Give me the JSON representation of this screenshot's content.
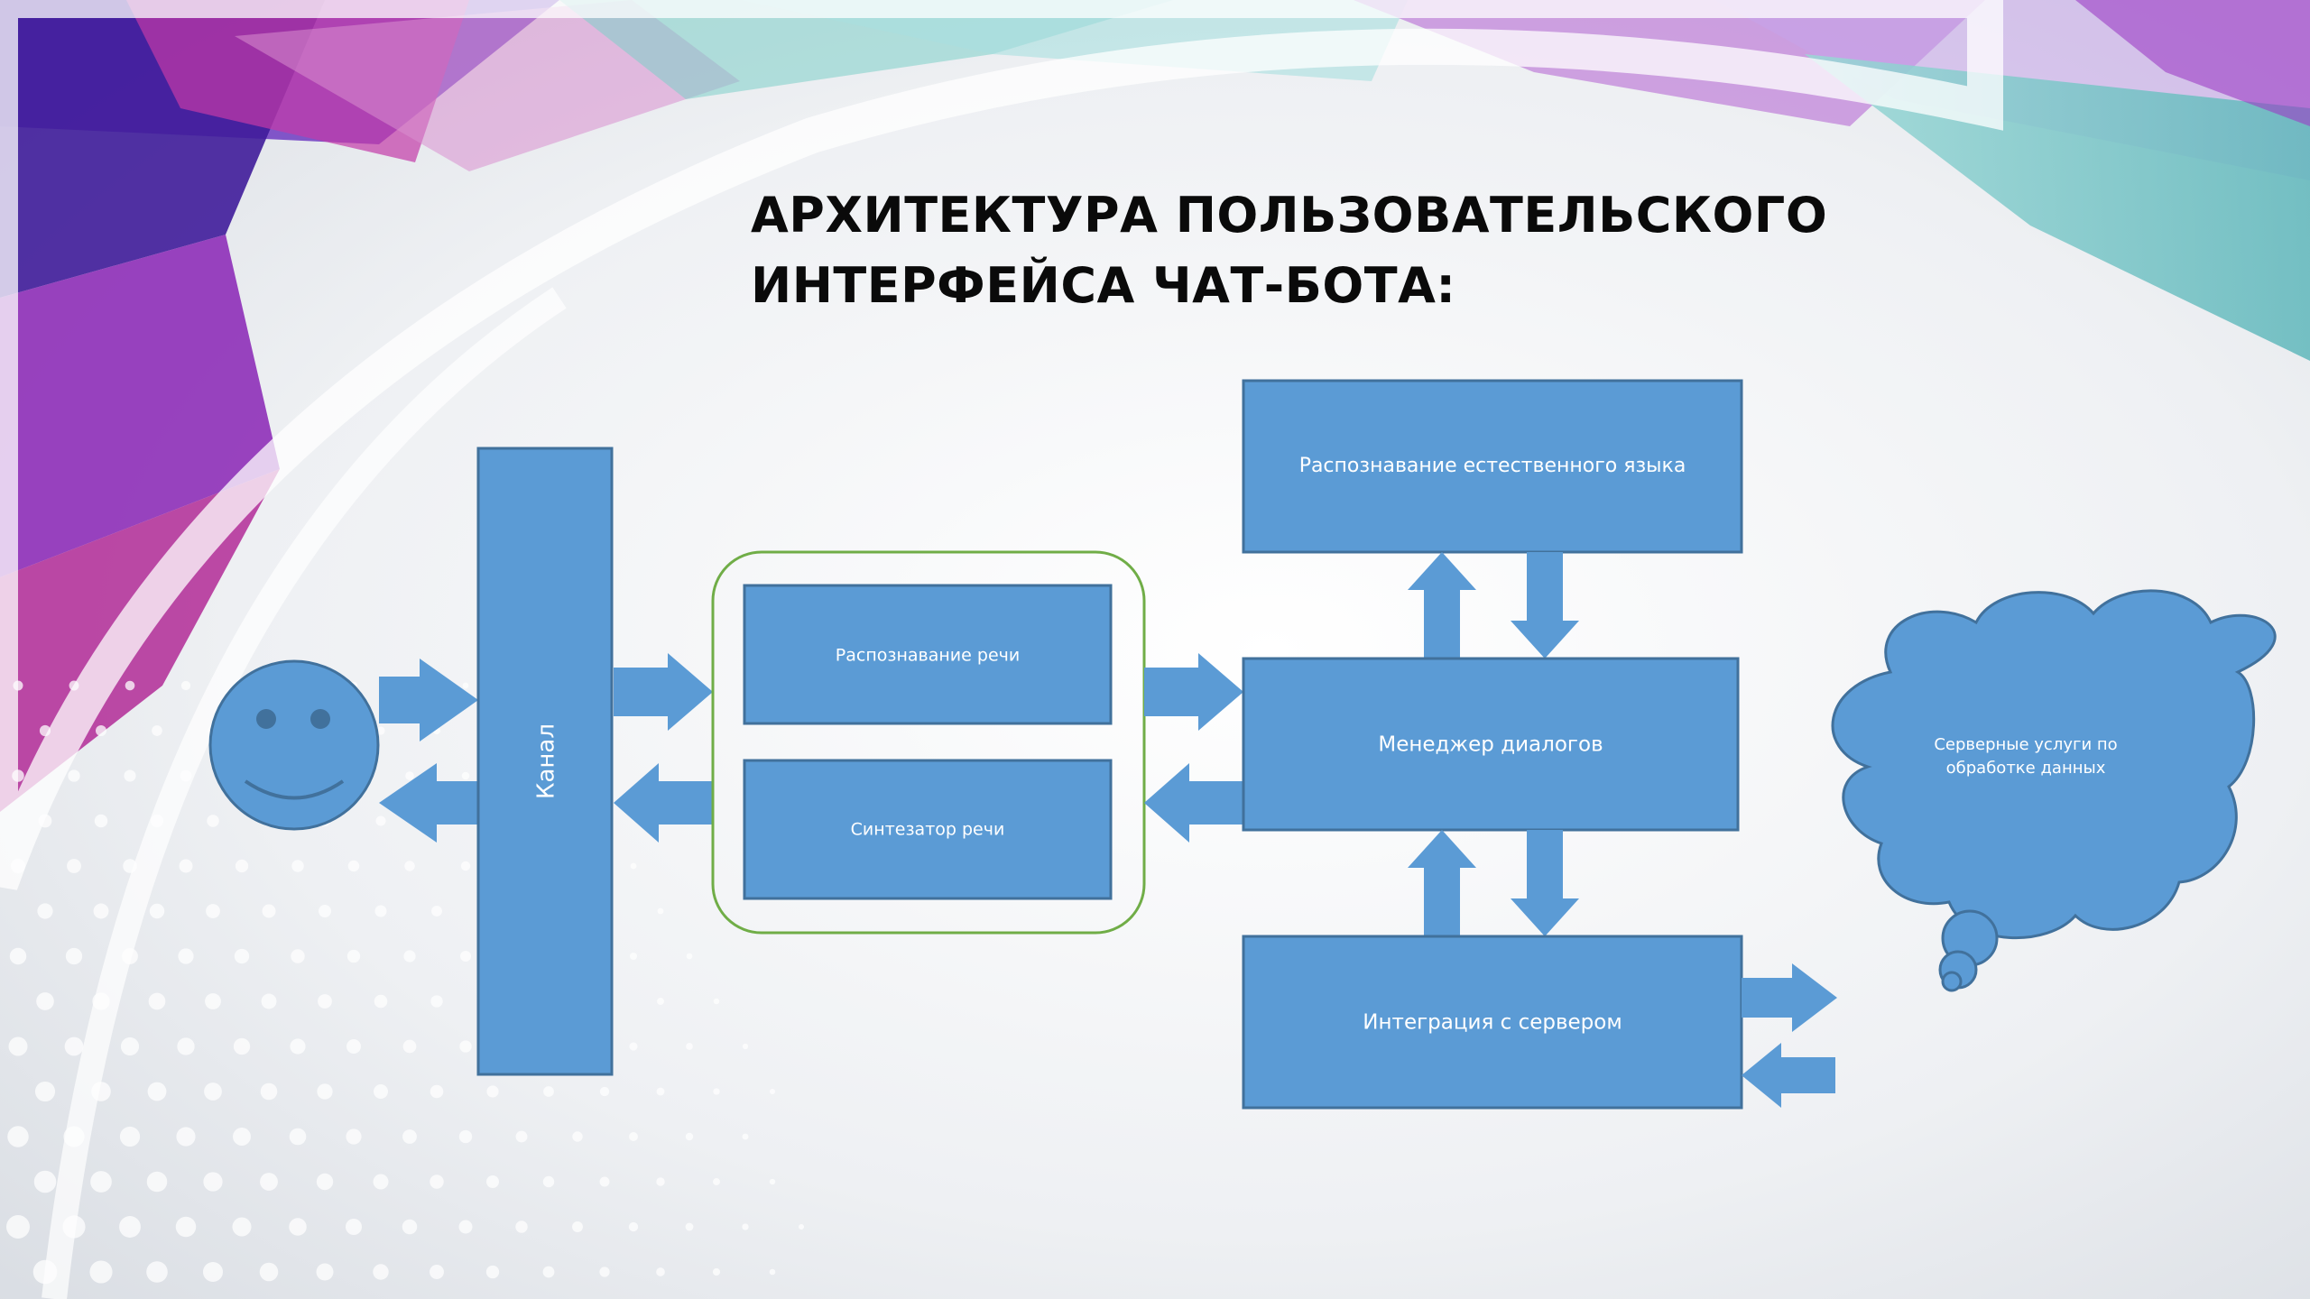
{
  "slide": {
    "title_line1": "АРХИТЕКТУРА ПОЛЬЗОВАТЕЛЬСКОГО",
    "title_line2": "ИНТЕРФЕЙСА ЧАТ-БОТА:"
  },
  "diagram": {
    "channel": "Канал",
    "speech_recognition": "Распознавание речи",
    "speech_synthesizer": "Синтезатор речи",
    "nlu": "Распознавание естественного языка",
    "dialog_manager": "Менеджер диалогов",
    "server_integration": "Интеграция с сервером",
    "server_services_line1": "Серверные услуги по",
    "server_services_line2": "обработке данных"
  },
  "colors": {
    "box_fill": "#5b9bd5",
    "box_stroke": "#41719c",
    "group_border": "#70ad47",
    "title": "#0a0a0a",
    "accent_purple": "#7b2fbe",
    "accent_magenta": "#b4299a",
    "accent_teal": "#6fc3c4"
  }
}
